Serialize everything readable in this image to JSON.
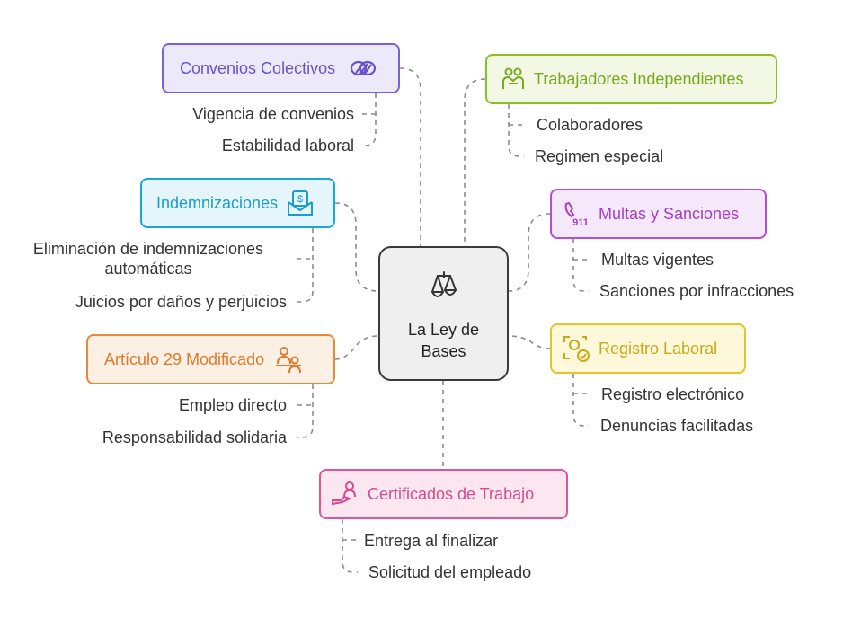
{
  "center": {
    "title": "La Ley de\nBases",
    "icon": "scales-icon"
  },
  "branches": [
    {
      "key": "convenios",
      "label": "Convenios Colectivos",
      "icon": "knot-icon",
      "color": "#7b61d9",
      "fill": "#ece9fb",
      "items": [
        "Vigencia de convenios",
        "Estabilidad laboral"
      ]
    },
    {
      "key": "independientes",
      "label": "Trabajadores Independientes",
      "icon": "collaboration-icon",
      "color": "#8cbf26",
      "fill": "#f2f8e3",
      "items": [
        "Colaboradores",
        "Regimen especial"
      ]
    },
    {
      "key": "indemnizaciones",
      "label": "Indemnizaciones",
      "icon": "money-envelope-icon",
      "color": "#1aa6d6",
      "fill": "#e4f5fb",
      "items": [
        "Eliminación de indemnizaciones automáticas",
        "Juicios por daños y perjuicios"
      ]
    },
    {
      "key": "multas",
      "label": "Multas y Sanciones",
      "icon": "phone-911-icon",
      "color": "#b34fd6",
      "fill": "#f6e8fb",
      "items": [
        "Multas vigentes",
        "Sanciones por infracciones"
      ]
    },
    {
      "key": "articulo",
      "label": "Artículo 29 Modificado",
      "icon": "workers-icon",
      "color": "#e8893a",
      "fill": "#fcefe3",
      "items": [
        "Empleo directo",
        "Responsabilidad solidaria"
      ]
    },
    {
      "key": "registro",
      "label": "Registro Laboral",
      "icon": "face-check-icon",
      "color": "#e2c52a",
      "fill": "#fdf8da",
      "items": [
        "Registro electrónico",
        "Denuncias facilitadas"
      ]
    },
    {
      "key": "certificados",
      "label": "Certificados de Trabajo",
      "icon": "handover-icon",
      "color": "#e0559a",
      "fill": "#fce7f1",
      "items": [
        "Entrega al finalizar",
        "Solicitud del empleado"
      ]
    }
  ]
}
